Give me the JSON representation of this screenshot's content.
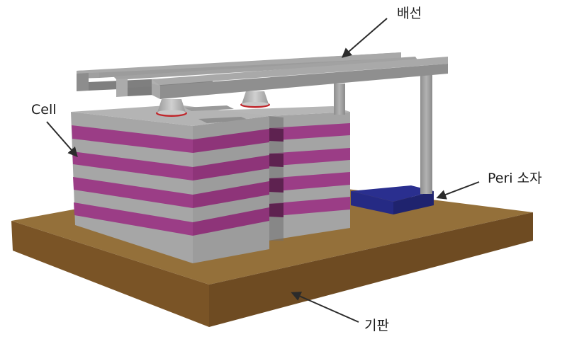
{
  "diagram": {
    "type": "3d-semiconductor-structure",
    "labels": {
      "wiring": "배선",
      "cell": "Cell",
      "peri": "Peri 소자",
      "substrate": "기판"
    },
    "components": [
      {
        "id": "substrate",
        "label": "기판",
        "color": "#8a6230"
      },
      {
        "id": "cell-stack-left",
        "label": "Cell",
        "layers": 10,
        "colors": [
          "#a3a3a3",
          "#9b3d86"
        ]
      },
      {
        "id": "cell-stack-right",
        "label": "Cell",
        "layers": 10,
        "colors": [
          "#a3a3a3",
          "#9b3d86"
        ]
      },
      {
        "id": "peri-device",
        "label": "Peri 소자",
        "color": "#2a2f8f"
      },
      {
        "id": "wiring",
        "label": "배선",
        "count": 3,
        "color": "#9a9a9a"
      },
      {
        "id": "contact-via",
        "count": 2,
        "ring_color": "#c0262b"
      },
      {
        "id": "support-pillar",
        "count": 2,
        "color": "#9d9d9d"
      }
    ],
    "colors": {
      "substrate_top": "#94703a",
      "substrate_front": "#7a5426",
      "substrate_side": "#6b4a21",
      "gray_face": "#a6a6a6",
      "gray_side": "#8a8a8a",
      "magenta_face": "#9b3d86",
      "magenta_side": "#7a2c68",
      "peri_top": "#2a2f8f",
      "peri_side": "#1f236e",
      "via_ring": "#c0262b",
      "arrow": "#2b2b2b"
    }
  }
}
